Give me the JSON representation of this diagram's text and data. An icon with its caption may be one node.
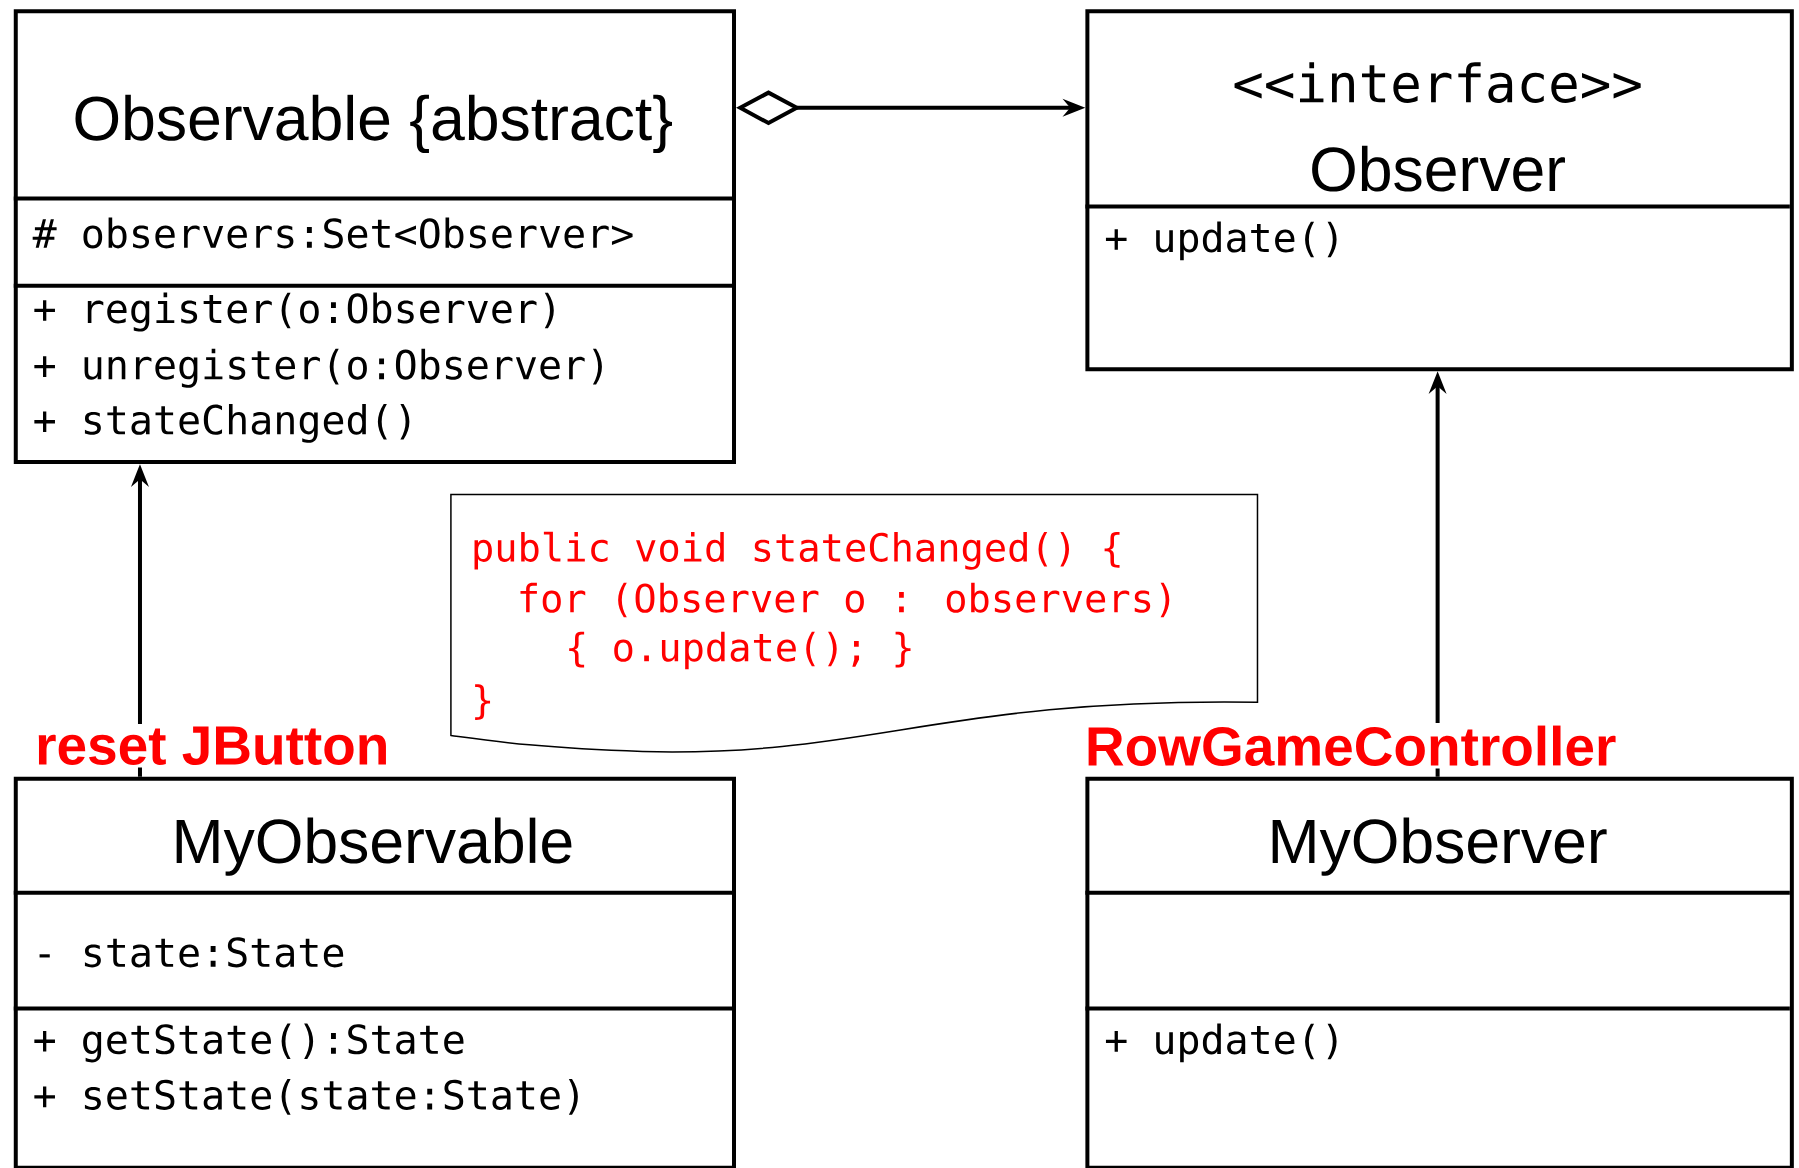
{
  "diagram": {
    "nodes": [
      {
        "text": [
          "Observable {abstract}",
          "# observers:Set<Observer>",
          "+ register(o:Observer)",
          "+ unregister(o:Observer)",
          "+ stateChanged()"
        ]
      },
      {
        "text": [
          "<<interface>>",
          "Observer",
          "+ update()"
        ]
      },
      {
        "text": [
          "public void stateChanged() {",
          "for (Observer o : observers)",
          "{ o.update(); }",
          "}"
        ]
      },
      {
        "text": [
          "MyObservable",
          "- state:State",
          "+ getState():State",
          "+ setState(state:State)"
        ],
        "beside": [
          "reset JButton"
        ]
      },
      {
        "text": [
          "MyObserver",
          "+ update()"
        ],
        "beside": [
          "RowGameController"
        ]
      }
    ],
    "edges": [
      {
        "from": 0,
        "to": 1,
        "arrow": "to"
      },
      {
        "from": 3,
        "to": 0,
        "arrow": "to"
      },
      {
        "from": 4,
        "to": 1,
        "arrow": "to"
      }
    ]
  }
}
